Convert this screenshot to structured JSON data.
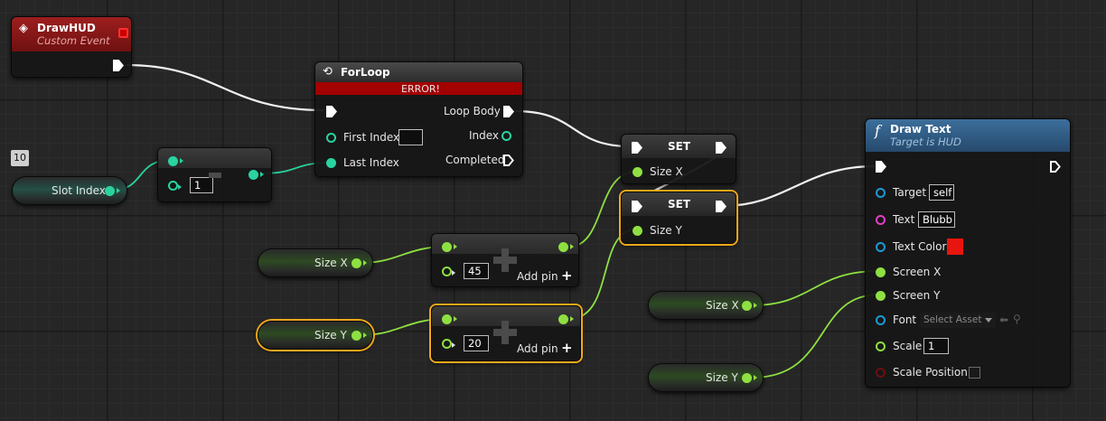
{
  "graph": {
    "drawhud": {
      "title": "DrawHUD",
      "subtitle": "Custom Event"
    },
    "forloop": {
      "title": "ForLoop",
      "error": "ERROR!",
      "first_index": "First Index",
      "last_index": "Last Index",
      "loop_body": "Loop Body",
      "index": "Index",
      "completed": "Completed",
      "first_index_value": ""
    },
    "slot_index": {
      "label": "Slot Index",
      "tooltip": "10"
    },
    "int_add": {
      "value": "1"
    },
    "size_x_getter_1": {
      "label": "Size X"
    },
    "size_y_getter_1": {
      "label": "Size Y"
    },
    "add_x": {
      "value": "45",
      "add_pin": "Add pin"
    },
    "add_y": {
      "value": "20",
      "add_pin": "Add pin"
    },
    "set_x": {
      "title": "SET",
      "pin": "Size X"
    },
    "set_y": {
      "title": "SET",
      "pin": "Size Y"
    },
    "size_x_getter_2": {
      "label": "Size X"
    },
    "size_y_getter_2": {
      "label": "Size Y"
    },
    "draw_text": {
      "title": "Draw Text",
      "subtitle": "Target is HUD",
      "target": "Target",
      "target_value": "self",
      "text": "Text",
      "text_value": "Blubb",
      "text_color": "Text Color",
      "text_color_value": "#e8150e",
      "screen_x": "Screen X",
      "screen_y": "Screen Y",
      "font": "Font",
      "font_value": "Select Asset",
      "scale": "Scale",
      "scale_value": "1",
      "scale_position": "Scale Position"
    }
  },
  "colors": {
    "exec": "#ffffff",
    "float_pin": "#8ee042",
    "int_pin": "#29d3a0",
    "object_pin": "#1a9bd6",
    "string_pin": "#e13fc6",
    "selection": "#f1a81a",
    "event_header": "#8b1a1a",
    "function_header": "#2f5c86",
    "error_bar": "#a30000"
  }
}
